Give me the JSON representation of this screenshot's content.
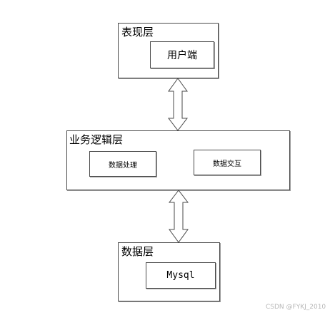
{
  "presentation_layer": {
    "title": "表现层",
    "client": "用户端"
  },
  "business_layer": {
    "title": "业务逻辑层",
    "data_processing": "数据处理",
    "data_interaction": "数据交互"
  },
  "data_layer": {
    "title": "数据层",
    "mysql": "Mysql"
  },
  "watermark": "CSDN @FYKJ_2010",
  "colors": {
    "border": "#4a4a4a",
    "shadow": "#9a9a9a",
    "arrow_fill": "#ffffff",
    "watermark": "#b8b8b8"
  },
  "icons": [
    "double-arrow-icon",
    "double-arrow-icon"
  ]
}
